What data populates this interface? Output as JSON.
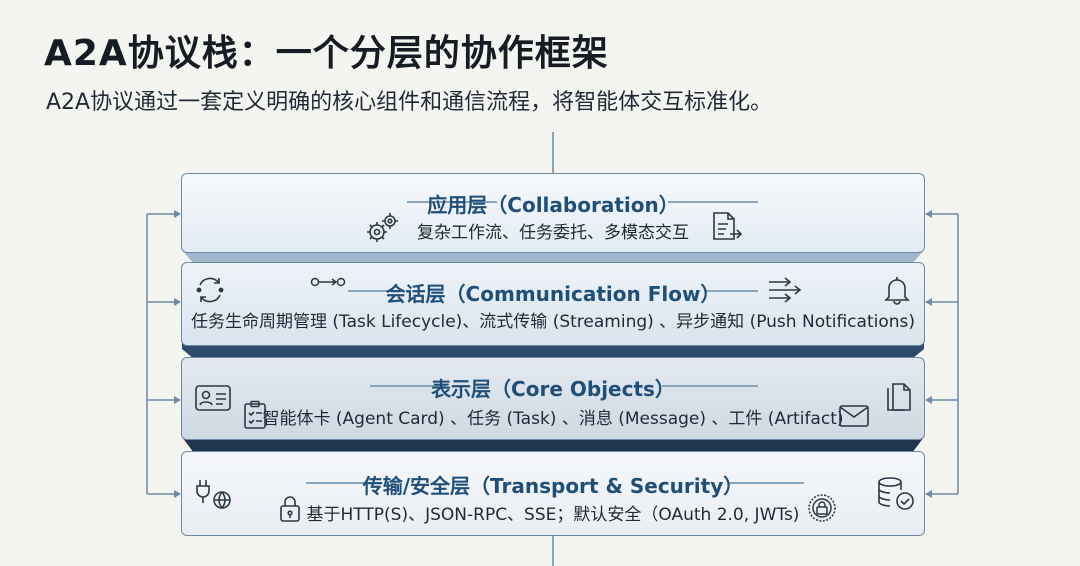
{
  "title": "A2A协议栈：一个分层的协作框架",
  "subtitle": "A2A协议通过一套定义明确的核心组件和通信流程，将智能体交互标准化。",
  "layers": [
    {
      "heading": "应用层（Collaboration）",
      "desc": "复杂工作流、任务委托、多模态交互",
      "icons": [
        "gears-icon",
        "document-share-icon"
      ]
    },
    {
      "heading": "会话层（Communication Flow）",
      "desc": "任务生命周期管理 (Task Lifecycle)、流式传输 (Streaming) 、异步通知 (Push Notifications)",
      "icons": [
        "refresh-cycle-icon",
        "flow-nodes-icon",
        "stream-arrows-icon",
        "bell-icon"
      ]
    },
    {
      "heading": "表示层（Core Objects）",
      "desc": "智能体卡 (Agent Card) 、任务 (Task) 、消息 (Message) 、工件 (Artifact)",
      "icons": [
        "id-card-icon",
        "checklist-icon",
        "envelope-icon",
        "documents-icon"
      ]
    },
    {
      "heading": "传输/安全层（Transport & Security）",
      "desc": "基于HTTP(S)、JSON-RPC、SSE；默认安全（OAuth 2.0, JWTs)",
      "icons": [
        "plug-globe-icon",
        "padlock-icon",
        "security-badge-icon",
        "database-check-icon"
      ]
    }
  ],
  "colors": {
    "accent": "#1f4f78",
    "border": "#6f8aa6",
    "slab_dark": "#1f3550"
  }
}
